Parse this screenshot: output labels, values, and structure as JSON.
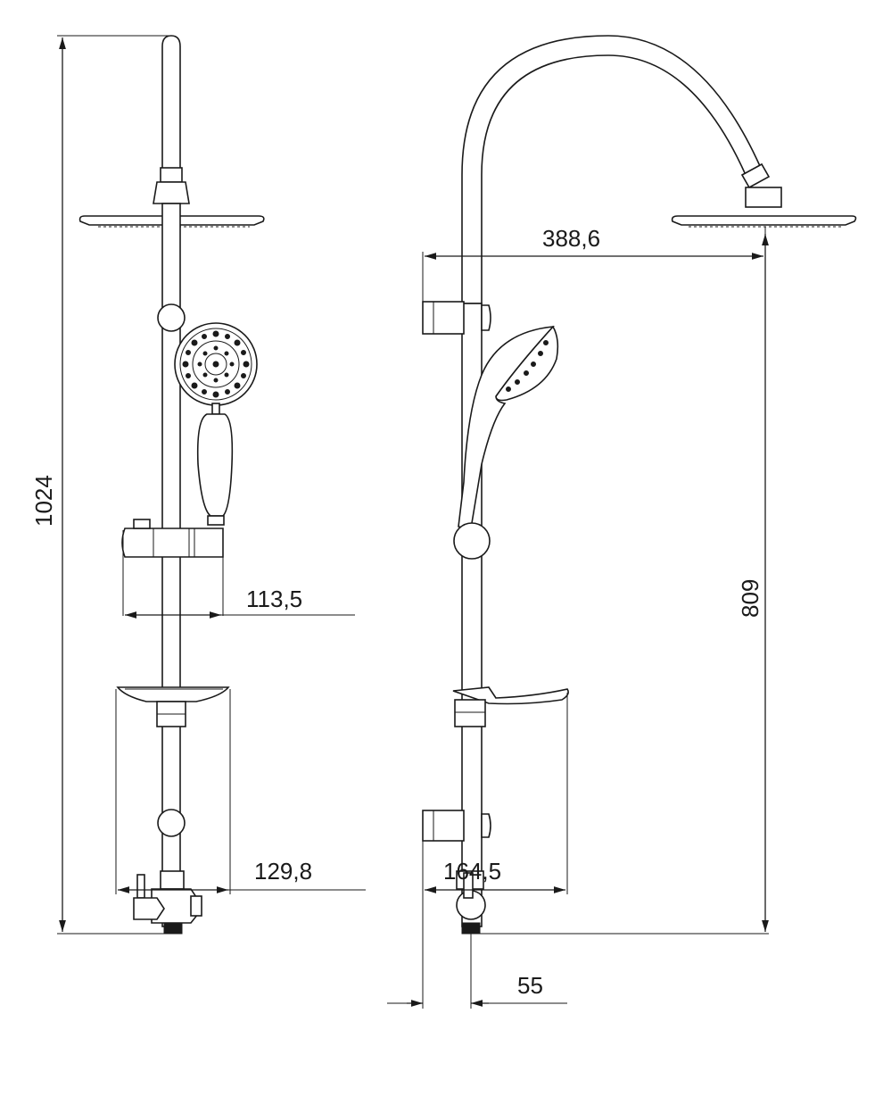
{
  "dimensions": {
    "total_height": "1024",
    "head_projection": "388,6",
    "head_height": "809",
    "holder_width": "113,5",
    "shelf_width_front": "129,8",
    "shelf_width_side": "164,5",
    "wall_offset": "55"
  },
  "colors": {
    "line": "#1a1a1a",
    "background": "#ffffff"
  }
}
